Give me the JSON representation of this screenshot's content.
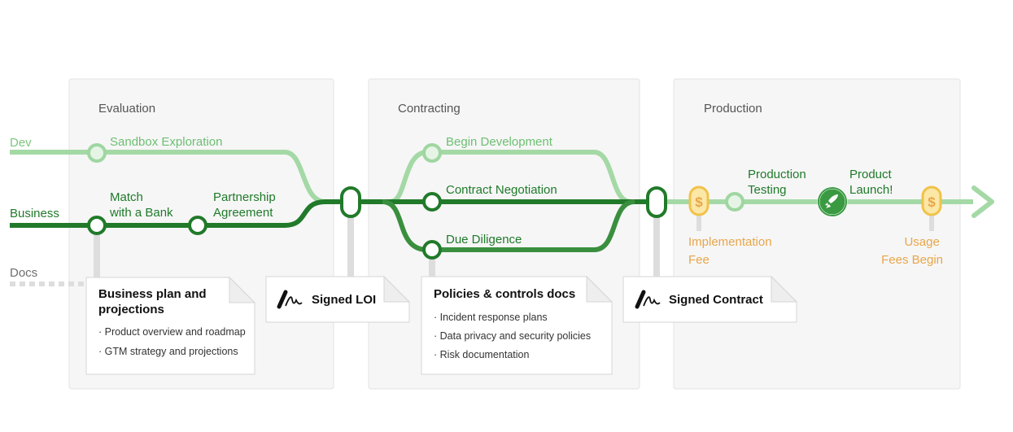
{
  "phases": [
    {
      "title": "Evaluation"
    },
    {
      "title": "Contracting"
    },
    {
      "title": "Production"
    }
  ],
  "lanes": {
    "dev": "Dev",
    "business": "Business",
    "docs": "Docs"
  },
  "steps": {
    "sandbox_exploration": "Sandbox Exploration",
    "match_bank": [
      "Match",
      "with a Bank"
    ],
    "partnership_agreement": [
      "Partnership",
      "Agreement"
    ],
    "begin_development": "Begin Development",
    "contract_negotiation": "Contract Negotiation",
    "due_diligence": "Due Diligence",
    "production_testing": [
      "Production",
      "Testing"
    ],
    "product_launch": [
      "Product",
      "Launch!"
    ],
    "implementation_fee": [
      "Implementation",
      "Fee"
    ],
    "usage_fees": [
      "Usage",
      "Fees Begin"
    ]
  },
  "docs": {
    "business_plan": {
      "title": [
        "Business plan and",
        "projections"
      ],
      "items": [
        "Product overview and roadmap",
        "GTM strategy and projections"
      ]
    },
    "signed_loi": "Signed LOI",
    "policies": {
      "title": "Policies & controls docs",
      "items": [
        "Incident response plans",
        "Data privacy and security policies",
        "Risk documentation"
      ]
    },
    "signed_contract": "Signed Contract"
  },
  "icons": {
    "fee_marker": "dollar-icon",
    "launch_marker": "rocket-icon",
    "signature": "pen-signature-icon",
    "end": "arrow-right-icon"
  },
  "colors": {
    "dev_line": "#9fd6a1",
    "business_line": "#217a2a",
    "contract_branch": "#3a8f3e",
    "fee": "#e8a64a",
    "docs_line": "#dddddd",
    "panel_bg": "#f6f6f6"
  }
}
